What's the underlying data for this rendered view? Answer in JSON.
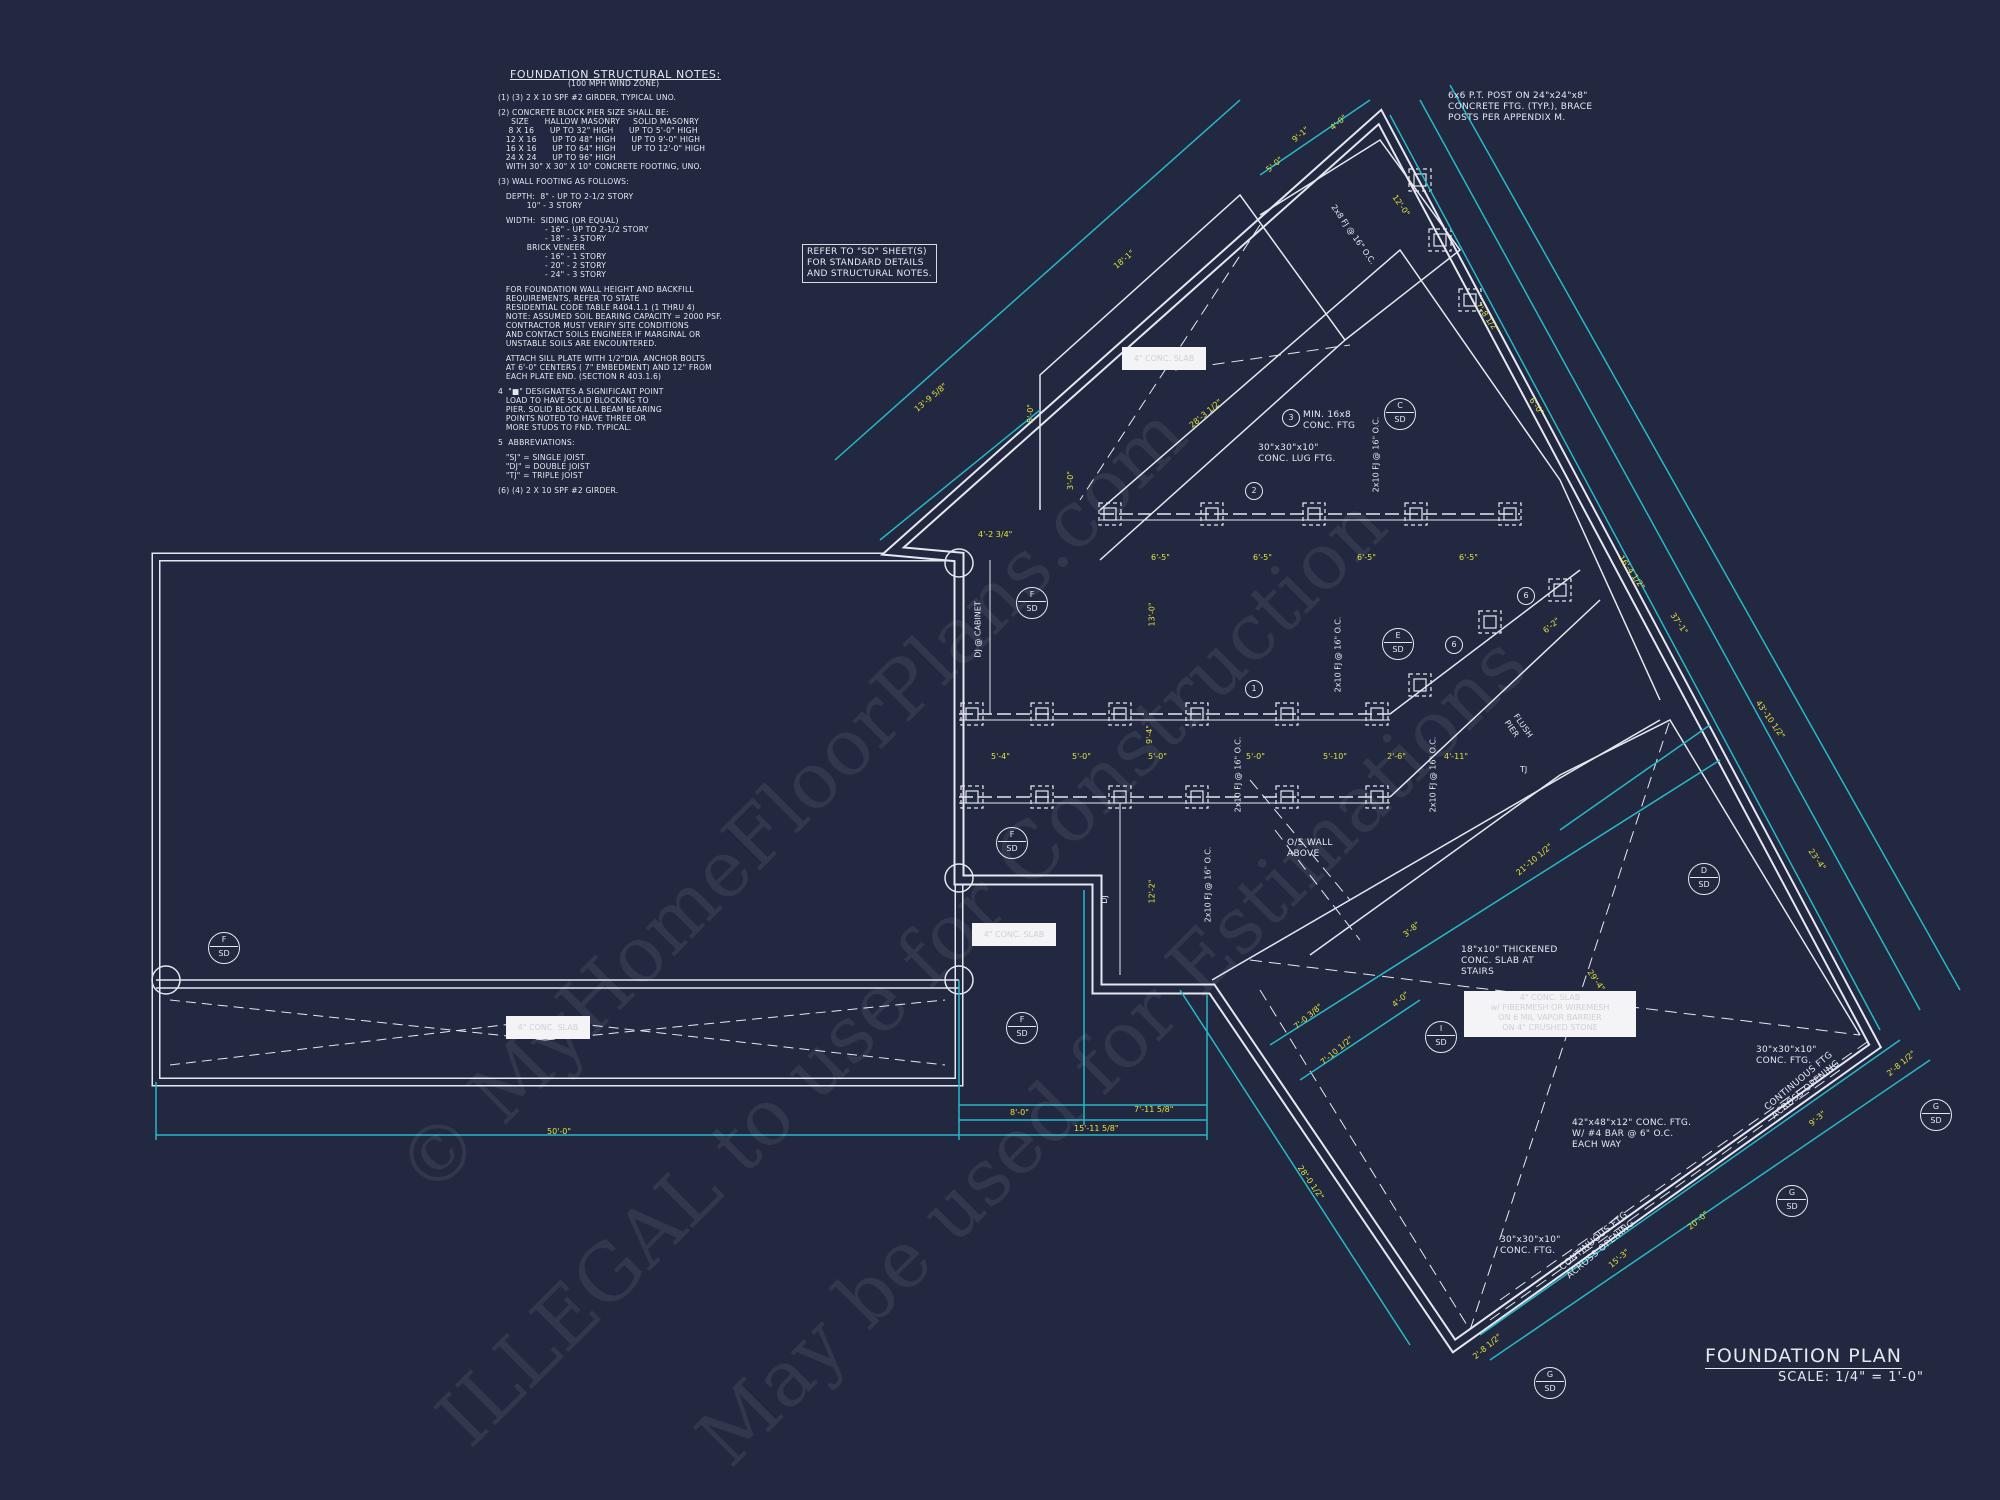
{
  "notes": {
    "title": "FOUNDATION STRUCTURAL NOTES:",
    "subtitle": "(100 MPH WIND ZONE)",
    "lines": [
      "(1) (3) 2 x 10 SPF #2 GIRDER, TYPICAL UNO.",
      "",
      "(2) CONCRETE BLOCK PIER SIZE SHALL BE:",
      "     SIZE      HALLOW MASONRY     SOLID MASONRY",
      "    8 x 16      UP TO 32\" HIGH      UP TO 5'-0\" HIGH",
      "   12 x 16      UP TO 48\" HIGH      UP TO 9'-0\" HIGH",
      "   16 x 16      UP TO 64\" HIGH      UP TO 12'-0\" HIGH",
      "   24 x 24      UP TO 96\" HIGH",
      "   WITH 30\" x 30\" x 10\" CONCRETE FOOTING, UNO.",
      "",
      "(3) WALL FOOTING AS FOLLOWS:",
      "",
      "   DEPTH:  8\" - UP TO 2-1/2 STORY",
      "           10\" - 3 STORY",
      "",
      "   WIDTH:  SIDING (OR EQUAL)",
      "                  - 16\" - UP TO 2-1/2 STORY",
      "                  - 18\" - 3 STORY",
      "           BRICK VENEER",
      "                  - 16\" - 1 STORY",
      "                  - 20\" - 2 STORY",
      "                  - 24\" - 3 STORY",
      "",
      "   FOR FOUNDATION WALL HEIGHT AND BACKFILL",
      "   REQUIREMENTS, REFER TO STATE",
      "   RESIDENTIAL CODE TABLE R404.1.1 (1 THRU 4)",
      "   NOTE: ASSUMED SOIL BEARING CAPACITY = 2000 PSF.",
      "   CONTRACTOR MUST VERIFY SITE CONDITIONS",
      "   AND CONTACT SOILS ENGINEER IF MARGINAL OR",
      "   UNSTABLE SOILS ARE ENCOUNTERED.",
      "",
      "   ATTACH SILL PLATE WITH 1/2\"dia. ANCHOR BOLTS",
      "   AT 6'-0\" CENTERS ( 7\" EMBEDMENT) AND 12\" FROM",
      "   EACH PLATE END. (SECTION R 403.1.6)",
      "",
      "4  \"■\" DESIGNATES A SIGNIFICANT POINT",
      "   LOAD TO HAVE SOLID BLOCKING TO",
      "   PIER. SOLID BLOCK ALL BEAM BEARING",
      "   POINTS NOTED TO HAVE THREE OR",
      "   MORE STUDS TO FND. TYPICAL.",
      "",
      "5  ABBREVIATIONS:",
      "",
      "   \"SJ\" = SINGLE JOIST",
      "   \"DJ\" = DOUBLE JOIST",
      "   \"TJ\" = TRIPLE JOIST",
      "",
      "(6) (4) 2 x 10 SPF #2 GIRDER."
    ]
  },
  "refer_box": [
    "REFER TO \"SD\" SHEET(S)",
    "FOR STANDARD DETAILS",
    "AND STRUCTURAL NOTES."
  ],
  "callouts": {
    "post": "6x6 P.T. POST ON 24\"x24\"x8\"\nCONCRETE FTG. (TYP.), BRACE\nPOSTS PER APPENDIX M.",
    "min_ftg": "MIN. 16x8\nCONC. FTG",
    "lug_ftg": "30\"x30\"x10\"\nCONC. LUG FTG.",
    "os_wall": "O/S WALL\nABOVE",
    "thickened": "18\"x10\" THICKENED\nCONC. SLAB AT\nSTAIRS",
    "ftg_30_right": "30\"x30\"x10\"\nCONC. FTG.",
    "ftg_42": "42\"x48\"x12\" CONC. FTG.\nW/ #4 BAR @ 6\" O.C.\nEACH WAY",
    "ftg_30_bottom": "30\"x30\"x10\"\nCONC. FTG.",
    "cont_ftg_1": "CONTINUOUS FTG\nACROSS OPENING",
    "cont_ftg_2": "CONTINUOUS FTG\nACROSS OPENING",
    "flush_pier": "FLUSH\nPIER"
  },
  "slab_labels": {
    "top": "4\" CONC. SLAB",
    "middle": "4\" CONC. SLAB",
    "left": "4\" CONC. SLAB",
    "right": [
      "4\" CONC. SLAB",
      "w/ FIBERMESH OR WIREMESH",
      "ON 6 MIL VAPOR BARRIER",
      "ON 4\" CRUSHED STONE"
    ]
  },
  "section_markers": [
    {
      "letter": "F",
      "sheet": "SD"
    },
    {
      "letter": "F",
      "sheet": "SD"
    },
    {
      "letter": "F",
      "sheet": "SD"
    },
    {
      "letter": "F",
      "sheet": "SD"
    },
    {
      "letter": "C",
      "sheet": "SD"
    },
    {
      "letter": "E",
      "sheet": "SD"
    },
    {
      "letter": "D",
      "sheet": "SD"
    },
    {
      "letter": "I",
      "sheet": "SD"
    },
    {
      "letter": "G",
      "sheet": "SD"
    },
    {
      "letter": "G",
      "sheet": "SD"
    },
    {
      "letter": "G",
      "sheet": "SD"
    }
  ],
  "detail_tags": [
    "1",
    "2",
    "3",
    "6",
    "6"
  ],
  "dimensions": [
    "8'-0\"",
    "7'-11 5/8\"",
    "15'-11 5/8\"",
    "50'-0\"",
    "4'-2 3/4\"",
    "6'-5\"",
    "6'-5\"",
    "6'-5\"",
    "6'-5\"",
    "5'-4\"",
    "5'-0\"",
    "5'-0\"",
    "5'-0\"",
    "5'-10\"",
    "2'-6\"",
    "4'-11\"",
    "13'-0\"",
    "9'-4\"",
    "12'-2\"",
    "18'-1\"",
    "13'-9 5/8\"",
    "5'-0\"",
    "9'-1\"",
    "4'-0\"",
    "28'-3 1/2\"",
    "12'-0\"",
    "7'-8 1/2\"",
    "6'-0\"",
    "16'-4 1/2\"",
    "37'-1\"",
    "43'-10 1/2\"",
    "23'-4\"",
    "29'-4\"",
    "21'-10 1/2\"",
    "3'-8\"",
    "7'-0 3/8\"",
    "7'-10 1/2\"",
    "4'-0\"",
    "28'-0 1/2\"",
    "15'-3\"",
    "20'-0\"",
    "9'-3\"",
    "2'-8 1/2\"",
    "2'-8 1/2\"",
    "5'-0\"",
    "3'-0\"",
    "6'-2\""
  ],
  "joist_labels": [
    "2x10 FJ @ 16\" O.C.",
    "2x10 FJ @ 16\" O.C.",
    "2x10 FJ @ 16\" O.C.",
    "2x10 FJ @ 16\" O.C.",
    "2x10 FJ @ 16\" O.C.",
    "2x8 FJ @ 16\" O.C.",
    "DJ @ CABINET",
    "DJ",
    "TJ"
  ],
  "title": {
    "name": "FOUNDATION PLAN",
    "scale": "SCALE: 1/4\" = 1'-0\""
  },
  "watermark": [
    "© MyHomeFloorPlans.com",
    "ILLEGAL to use for Construction",
    "May be used for Estimations"
  ],
  "colors": {
    "background": "#222840",
    "lines": "#e6e8f0",
    "dimension_lines": "#27b8c8",
    "dimension_text": "#e3e23a"
  }
}
